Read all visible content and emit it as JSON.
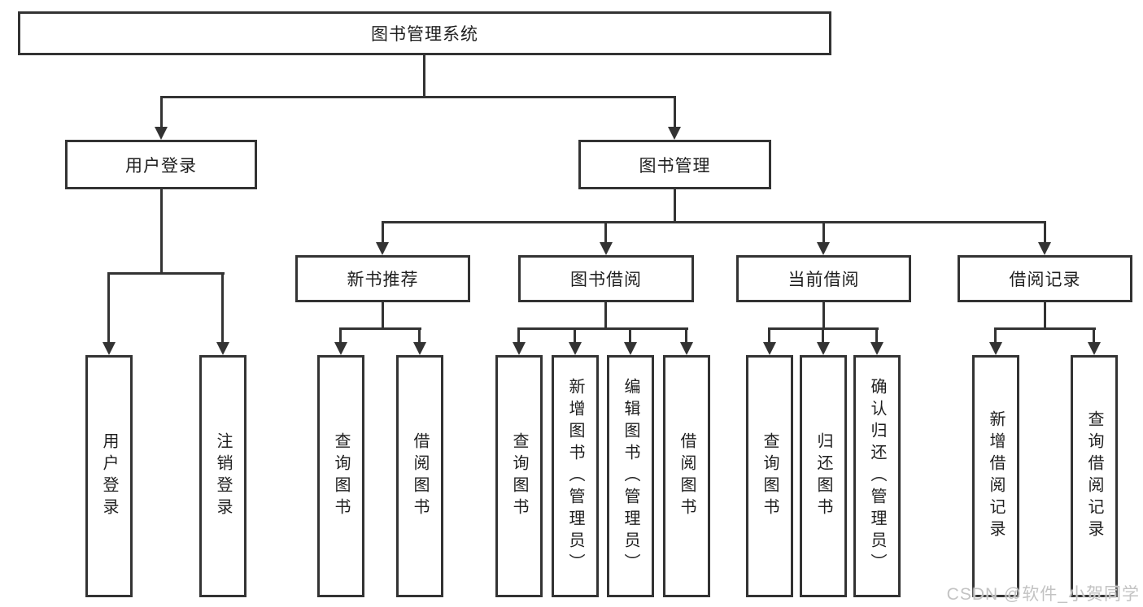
{
  "diagram": {
    "root": {
      "label": "图书管理系统"
    },
    "level2": [
      {
        "label": "用户登录"
      },
      {
        "label": "图书管理"
      }
    ],
    "level3": [
      {
        "label": "新书推荐"
      },
      {
        "label": "图书借阅"
      },
      {
        "label": "当前借阅"
      },
      {
        "label": "借阅记录"
      }
    ],
    "leaves": [
      {
        "group": "用户登录",
        "items": [
          "用户登录",
          "注销登录"
        ]
      },
      {
        "group": "新书推荐",
        "items": [
          "查询图书",
          "借阅图书"
        ]
      },
      {
        "group": "图书借阅",
        "items": [
          "查询图书",
          "新增图书（管理员）",
          "编辑图书（管理员）",
          "借阅图书"
        ]
      },
      {
        "group": "当前借阅",
        "items": [
          "查询图书",
          "归还图书",
          "确认归还（管理员）"
        ]
      },
      {
        "group": "借阅记录",
        "items": [
          "新增借阅记录",
          "查询借阅记录"
        ]
      }
    ],
    "watermark": "CSDN @软件_小贺同学",
    "colors": {
      "line": "#333333",
      "text": "#1f1f1f",
      "watermark": "#c3c3c3",
      "background": "#ffffff"
    }
  }
}
